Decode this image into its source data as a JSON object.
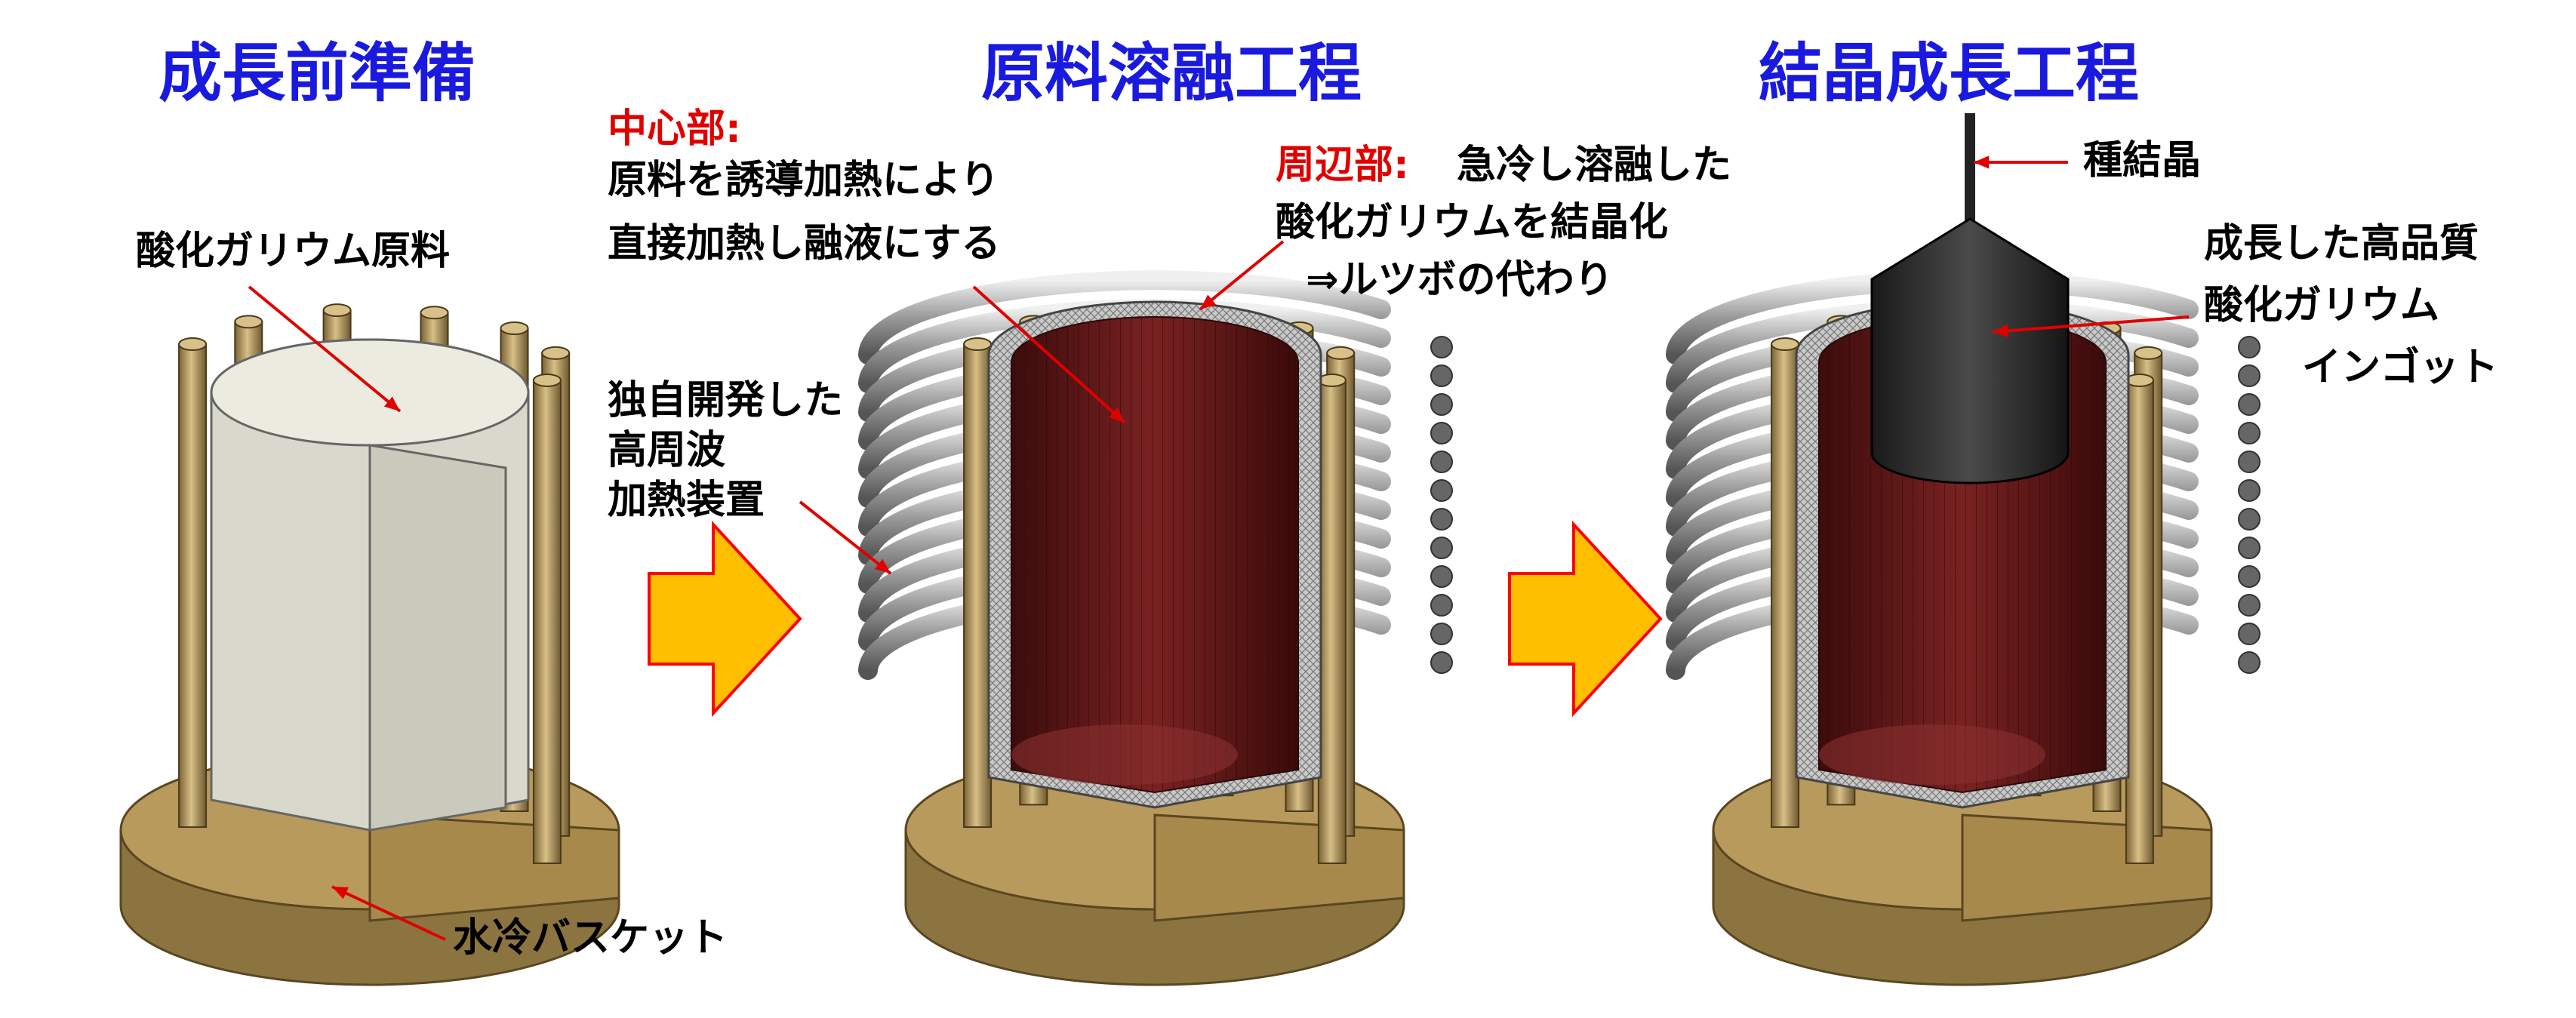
{
  "colors": {
    "title": "#1a1adf",
    "emphasis": "#e00000",
    "arrow_fill": "#ffbf00",
    "arrow_stroke": "#ff0000",
    "brass": "#b89a5c",
    "coil": "#9a9a9a",
    "melt": "#5a1414",
    "raw_material": "#d8d8cc"
  },
  "stages": {
    "prep": {
      "title": "成長前準備"
    },
    "melt": {
      "title": "原料溶融工程"
    },
    "growth": {
      "title": "結晶成長工程"
    }
  },
  "labels": {
    "raw_material": "酸化ガリウム原料",
    "water_cooled_basket": "水冷バスケット",
    "hf_heater_1": "独自開発した",
    "hf_heater_2": "高周波",
    "hf_heater_3": "加熱装置",
    "center_title": "中心部:",
    "center_line1": "原料を誘導加熱により",
    "center_line2": "直接加熱し融液にする",
    "periphery_title": "周辺部:",
    "periphery_line1": "急冷し溶融した",
    "periphery_line2": "酸化ガリウムを結晶化",
    "periphery_line3": "⇒ルツボの代わり",
    "seed": "種結晶",
    "ingot_1": "成長した高品質",
    "ingot_2": "酸化ガリウム",
    "ingot_3": "インゴット"
  }
}
